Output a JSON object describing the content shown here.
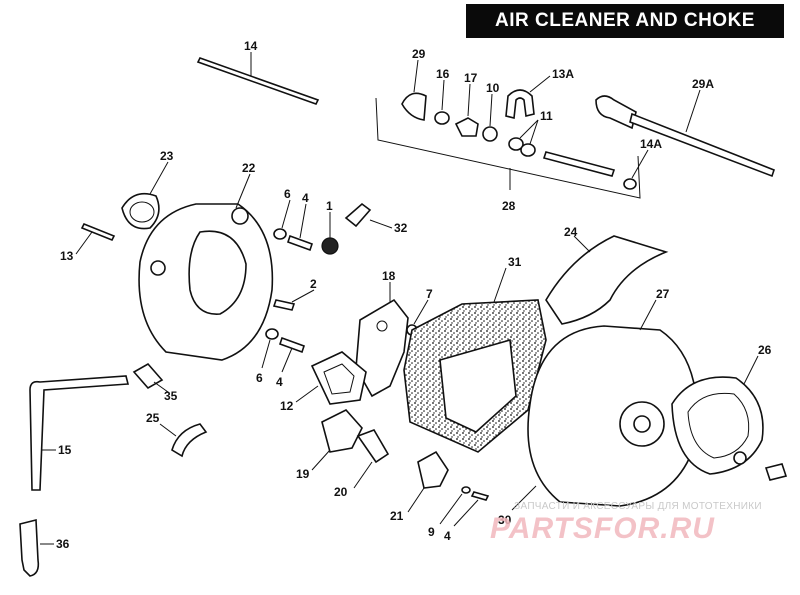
{
  "title": "AIR CLEANER AND CHOKE",
  "callouts": [
    {
      "id": "c14",
      "label": "14"
    },
    {
      "id": "c29",
      "label": "29"
    },
    {
      "id": "c16",
      "label": "16"
    },
    {
      "id": "c17",
      "label": "17"
    },
    {
      "id": "c10",
      "label": "10"
    },
    {
      "id": "c13a",
      "label": "13A"
    },
    {
      "id": "c11",
      "label": "11"
    },
    {
      "id": "c29a",
      "label": "29A"
    },
    {
      "id": "c14a",
      "label": "14A"
    },
    {
      "id": "c28",
      "label": "28"
    },
    {
      "id": "c23",
      "label": "23"
    },
    {
      "id": "c22",
      "label": "22"
    },
    {
      "id": "c6a",
      "label": "6"
    },
    {
      "id": "c4a",
      "label": "4"
    },
    {
      "id": "c1",
      "label": "1"
    },
    {
      "id": "c32",
      "label": "32"
    },
    {
      "id": "c13",
      "label": "13"
    },
    {
      "id": "c2",
      "label": "2"
    },
    {
      "id": "c18",
      "label": "18"
    },
    {
      "id": "c7",
      "label": "7"
    },
    {
      "id": "c31",
      "label": "31"
    },
    {
      "id": "c24",
      "label": "24"
    },
    {
      "id": "c27",
      "label": "27"
    },
    {
      "id": "c26",
      "label": "26"
    },
    {
      "id": "c6b",
      "label": "6"
    },
    {
      "id": "c4b",
      "label": "4"
    },
    {
      "id": "c35",
      "label": "35"
    },
    {
      "id": "c12",
      "label": "12"
    },
    {
      "id": "c25",
      "label": "25"
    },
    {
      "id": "c15",
      "label": "15"
    },
    {
      "id": "c19",
      "label": "19"
    },
    {
      "id": "c20",
      "label": "20"
    },
    {
      "id": "c21",
      "label": "21"
    },
    {
      "id": "c9",
      "label": "9"
    },
    {
      "id": "c4c",
      "label": "4"
    },
    {
      "id": "c30",
      "label": "30"
    },
    {
      "id": "c36",
      "label": "36"
    }
  ],
  "watermark": {
    "tagline": "ЗАПЧАСТИ И АКСЕССУАРЫ ДЛЯ МОТОТЕХНИКИ",
    "logo": "PARTSFOR.RU"
  }
}
